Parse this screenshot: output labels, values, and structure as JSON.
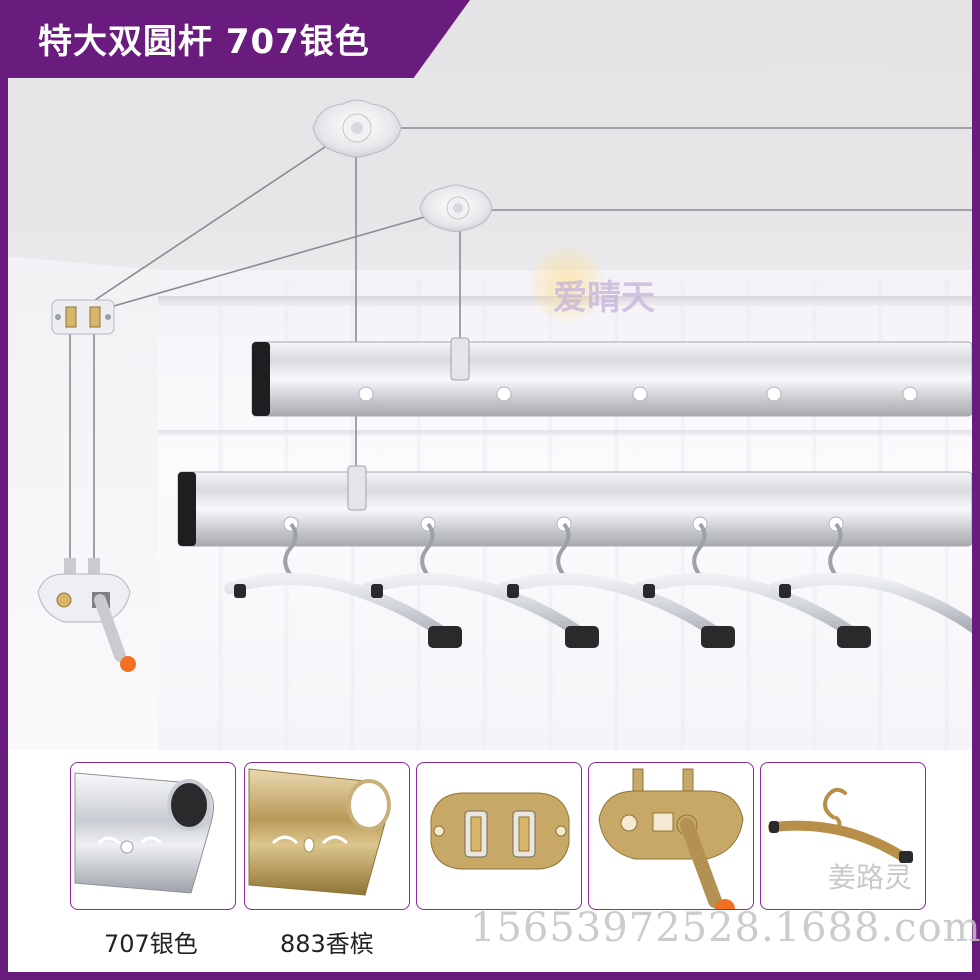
{
  "banner": {
    "title": "特大双圆杆 707银色"
  },
  "watermark": {
    "brand": "爱晴天"
  },
  "thumbnails": [
    {
      "caption": "707银色",
      "icon": "silver-rod-cross-section"
    },
    {
      "caption": "883香槟",
      "icon": "champagne-rod-cross-section"
    },
    {
      "caption": "",
      "icon": "pulley-bracket"
    },
    {
      "caption": "",
      "icon": "hand-crank-winder"
    },
    {
      "caption": "",
      "icon": "clothes-hanger"
    }
  ],
  "overlay": {
    "seller_watermark": "姜路灵",
    "phone_watermark": "15653972528.1688.com"
  },
  "colors": {
    "frame": "#6a1b7e",
    "banner_text": "#ffffff",
    "rod_silver": "#c9cbd0",
    "rod_champagne": "#bfa56a",
    "crank_knob": "#f36f21"
  }
}
